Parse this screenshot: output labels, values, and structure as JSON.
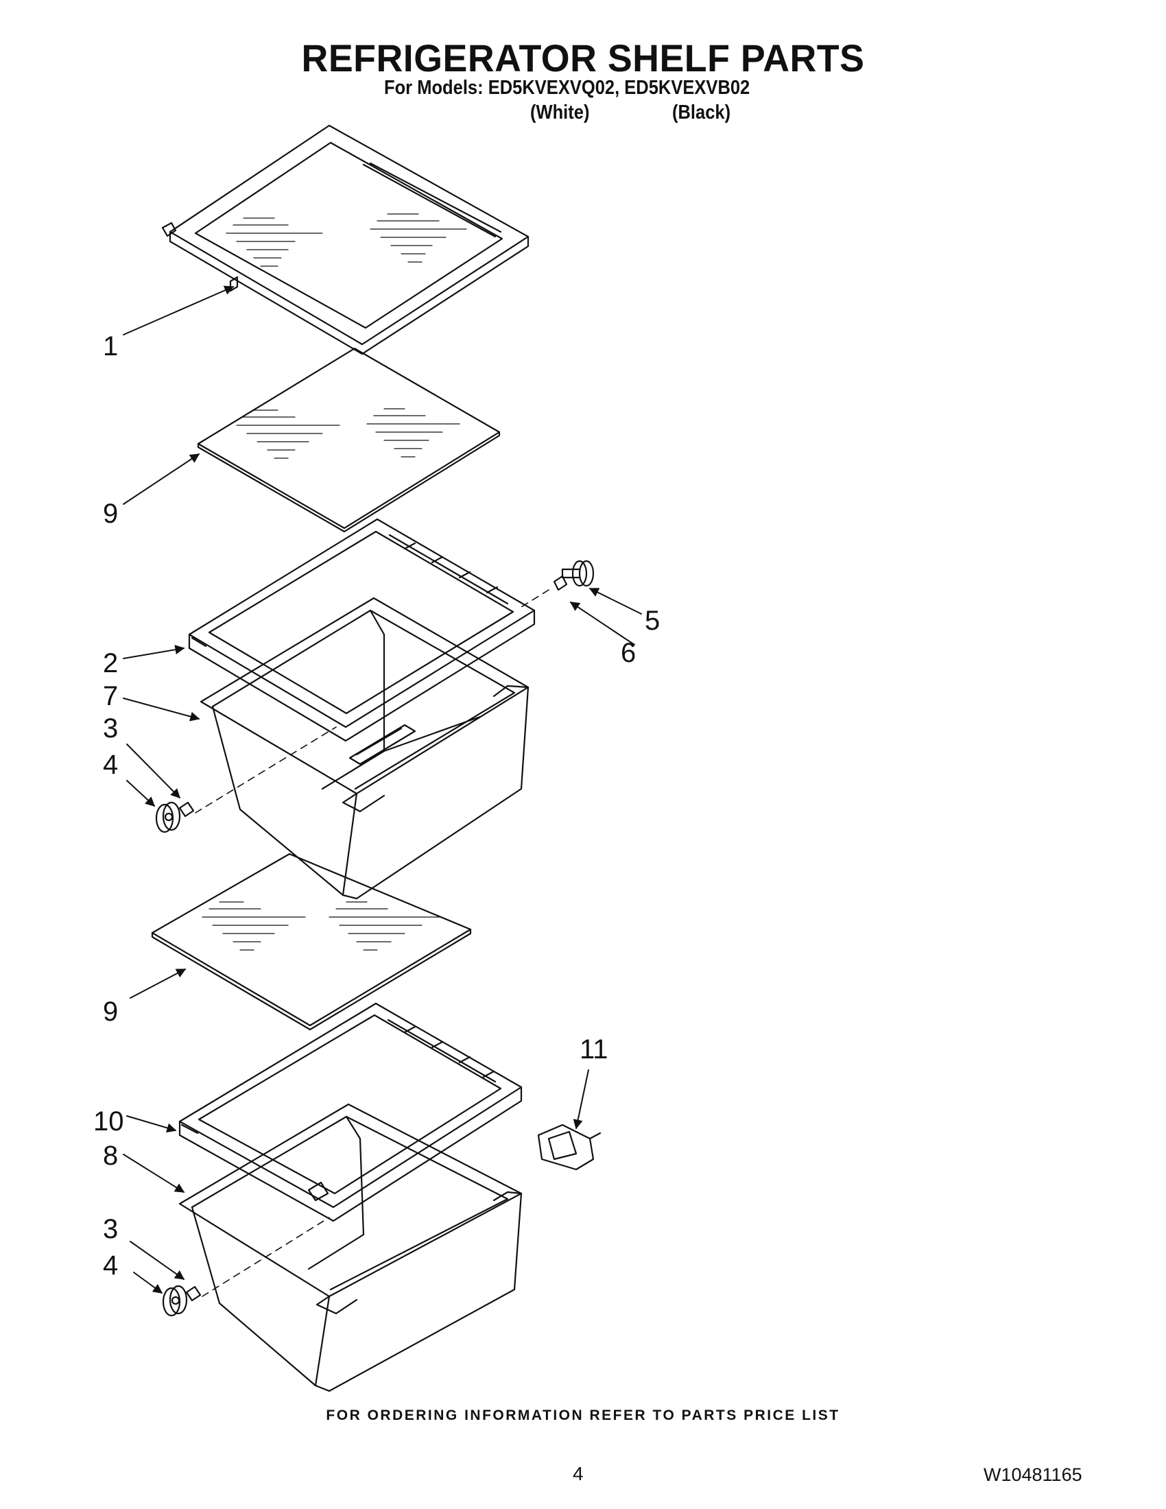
{
  "header": {
    "title": "REFRIGERATOR SHELF PARTS",
    "models_line": "For Models: ED5KVEXVQ02, ED5KVEXVB02",
    "variant_white": "(White)",
    "variant_black": "(Black)"
  },
  "callouts": {
    "c1": "1",
    "c9a": "9",
    "c5": "5",
    "c6": "6",
    "c2": "2",
    "c7": "7",
    "c3a": "3",
    "c4a": "4",
    "c9b": "9",
    "c11": "11",
    "c10": "10",
    "c8": "8",
    "c3b": "3",
    "c4b": "4"
  },
  "footer": {
    "ordering_note": "FOR ORDERING INFORMATION REFER TO PARTS PRICE LIST",
    "page_number": "4",
    "document_number": "W10481165"
  }
}
